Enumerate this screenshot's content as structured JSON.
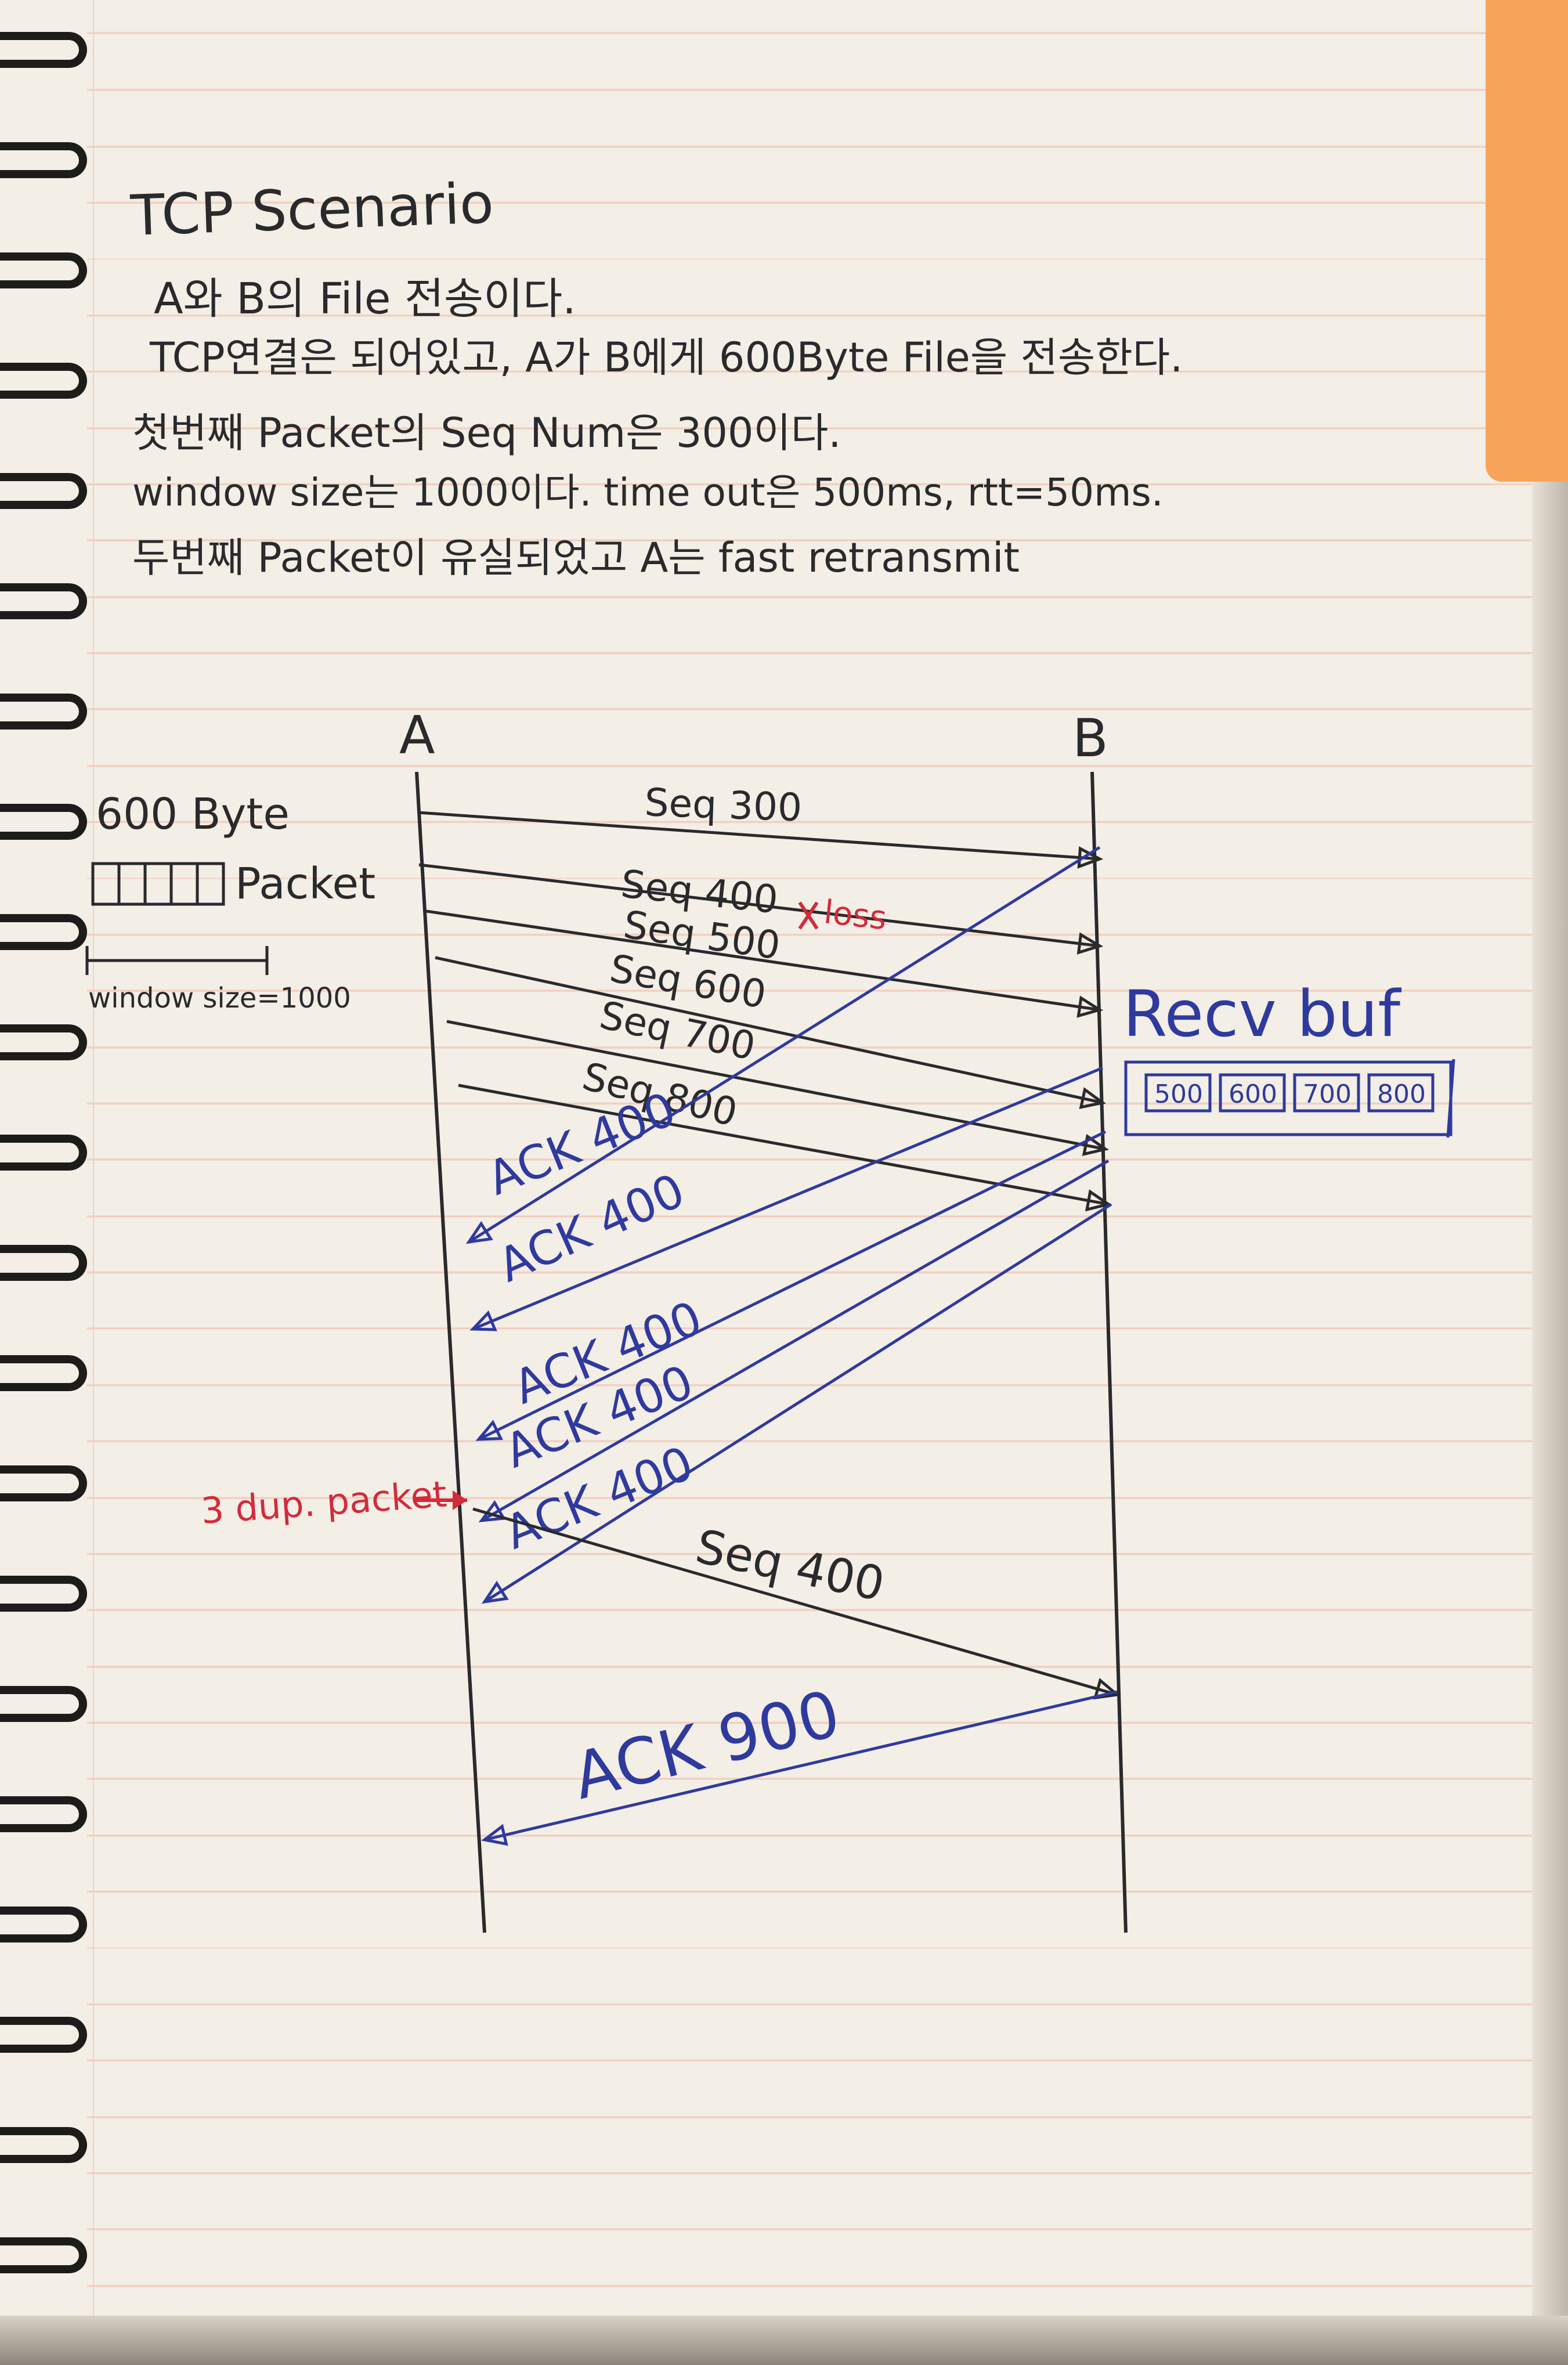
{
  "notes": {
    "title": "TCP Scenario",
    "line1": "A와 B의 File 전송이다.",
    "line2": "TCP연결은 되어있고, A가 B에게 600Byte File을 전송한다.",
    "line3": "첫번째 Packet의 Seq Num은 300이다.",
    "line4": "window size는 1000이다. time out은 500ms, rtt=50ms.",
    "line5": "두번째 Packet이 유실되었고 A는 fast retransmit"
  },
  "legend": {
    "bytes": "600 Byte",
    "packet": "Packet",
    "window": "window size=1000"
  },
  "hosts": {
    "a": "A",
    "b": "B"
  },
  "segments": [
    {
      "label": "Seq 300"
    },
    {
      "label": "Seq 400"
    },
    {
      "label": "Seq 500"
    },
    {
      "label": "Seq 600"
    },
    {
      "label": "Seq 700"
    },
    {
      "label": "Seq 800"
    }
  ],
  "loss": "loss",
  "acks": [
    {
      "label": "ACK 400"
    },
    {
      "label": "ACK 400"
    },
    {
      "label": "ACK 400"
    },
    {
      "label": "ACK 400"
    },
    {
      "label": "ACK 400"
    }
  ],
  "dup_note": "3 dup. packet",
  "retransmit": "Seq 400",
  "final_ack": "ACK 900",
  "recv_buf": {
    "title": "Recv buf",
    "cells": [
      "500",
      "600",
      "700",
      "800"
    ]
  },
  "colors": {
    "ink": "#2a2a2c",
    "blue": "#2f3a9e",
    "red": "#d42a3a",
    "tab": "#f7a45a"
  }
}
